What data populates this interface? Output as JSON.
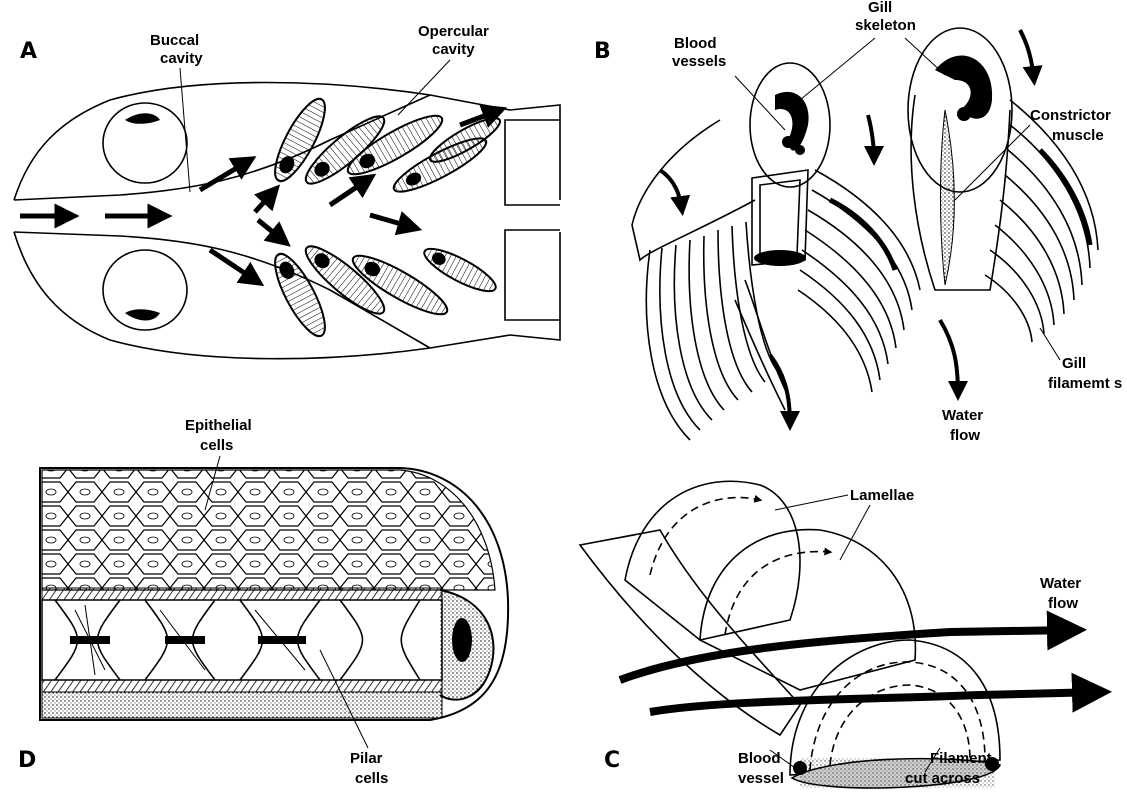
{
  "colors": {
    "ink": "#000000",
    "paper": "#ffffff",
    "stipple": "#bdbdbd"
  },
  "panels": {
    "a": {
      "letter": "A",
      "buccal_cavity": [
        "Buccal",
        "cavity"
      ],
      "opercular_cavity": [
        "Opercular",
        "cavity"
      ]
    },
    "b": {
      "letter": "B",
      "blood_vessels": [
        "Blood",
        "vessels"
      ],
      "gill_skeleton": [
        "Gill",
        "skeleton"
      ],
      "constrictor_muscle": [
        "Constrictor",
        "muscle"
      ],
      "gill_filaments": [
        "Gill",
        "filamemt s"
      ],
      "water_flow": [
        "Water",
        "flow"
      ]
    },
    "c": {
      "letter": "C",
      "lamellae": "Lamellae",
      "water_flow": [
        "Water",
        "flow"
      ],
      "blood_vessel": [
        "Blood",
        "vessel"
      ],
      "filament_cut": [
        "Filament",
        "cut across"
      ]
    },
    "d": {
      "letter": "D",
      "epithelial_cells": [
        "Epithelial",
        "cells"
      ],
      "pilar_cells": [
        "Pilar",
        "cells"
      ]
    }
  }
}
